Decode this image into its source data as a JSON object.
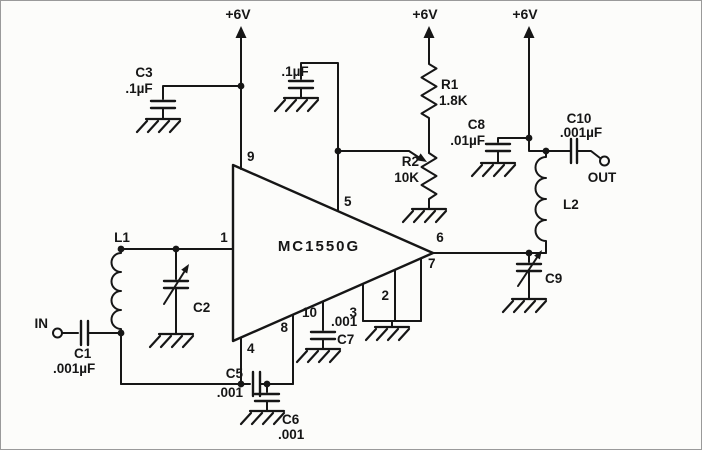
{
  "supplies": {
    "s1": "+6V",
    "s2": "+6V",
    "s3": "+6V"
  },
  "ic": {
    "name": "MC1550G",
    "pins": {
      "p1": "1",
      "p2": "2",
      "p3": "3",
      "p4": "4",
      "p5": "5",
      "p6": "6",
      "p7": "7",
      "p8": "8",
      "p9": "9",
      "p10": "10"
    }
  },
  "components": {
    "c1": {
      "name": "C1",
      "value": ".001µF"
    },
    "c2": {
      "name": "C2"
    },
    "c3": {
      "name": "C3",
      "value": ".1µF"
    },
    "cbyp": {
      "value": ".1µF"
    },
    "c5": {
      "name": "C5",
      "value": ".001"
    },
    "c6": {
      "name": "C6",
      "value": ".001"
    },
    "c7": {
      "name": "C7",
      "value": ".001"
    },
    "c8": {
      "name": "C8",
      "value": ".01µF"
    },
    "c9": {
      "name": "C9"
    },
    "c10": {
      "name": "C10",
      "value": ".001µF"
    },
    "r1": {
      "name": "R1",
      "value": "1.8K"
    },
    "r2": {
      "name": "R2",
      "value": "10K"
    },
    "l1": {
      "name": "L1"
    },
    "l2": {
      "name": "L2"
    }
  },
  "ports": {
    "input": "IN",
    "output": "OUT"
  },
  "colors": {
    "ink": "#161616",
    "paper": "#fcfcfa"
  }
}
